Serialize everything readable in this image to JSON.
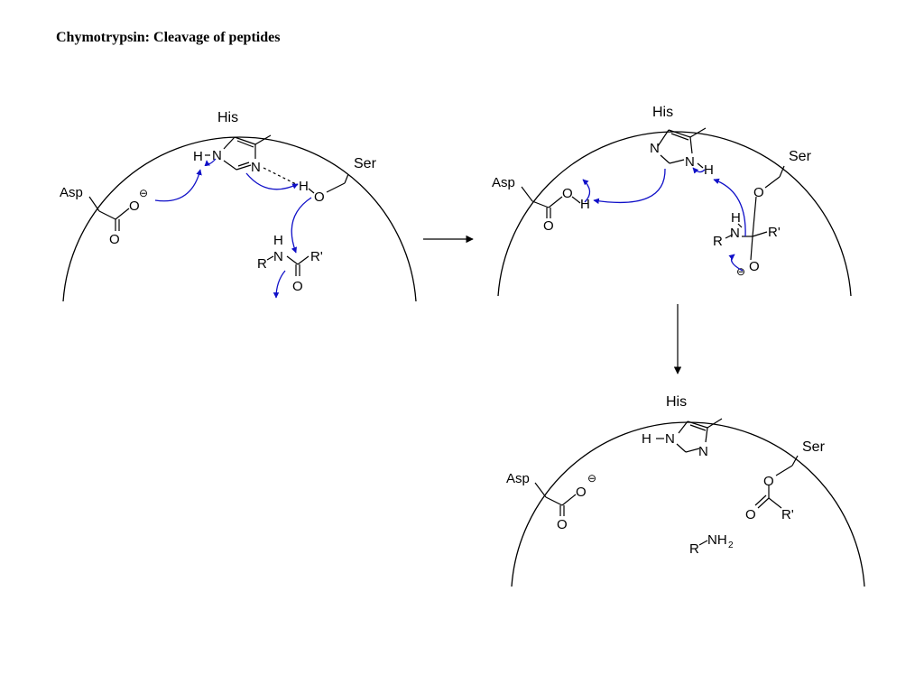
{
  "title": "Chymotrypsin: Cleavage of peptides",
  "colors": {
    "arrow": "#1010c8",
    "bond": "#000000",
    "background": "#ffffff"
  },
  "panel1": {
    "his": "His",
    "ser": "Ser",
    "asp": "Asp",
    "h_imid": "H",
    "n_imid1": "N",
    "n_imid2": "N",
    "h_ser": "H",
    "o_ser": "O",
    "o_carbonyl": "O",
    "o_carboxylate": "O",
    "minus": "⊖",
    "h_amide": "H",
    "n_amide": "N",
    "r_amide": "R",
    "r_prime": "R'",
    "o_amide": "O"
  },
  "panel2": {
    "his": "His",
    "ser": "Ser",
    "asp": "Asp",
    "n_imid1": "N",
    "n_imid2": "N",
    "h_imid": "H",
    "o_carbonyl": "O",
    "o_acid": "O",
    "h_acid": "H",
    "o_ser": "O",
    "h_amine": "H",
    "n_amine": "N",
    "r_amine": "R",
    "r_prime": "R'",
    "o_alkoxide": "O",
    "minus": "⊖"
  },
  "panel3": {
    "his": "His",
    "ser": "Ser",
    "asp": "Asp",
    "h_imid": "H",
    "n_imid1": "N",
    "n_imid2": "N",
    "o_carbonyl": "O",
    "o_carboxylate": "O",
    "minus": "⊖",
    "o_ester": "O",
    "o_acyl": "O",
    "r_prime": "R'",
    "r_amine": "R",
    "nh": "NH",
    "sub2": "2"
  }
}
